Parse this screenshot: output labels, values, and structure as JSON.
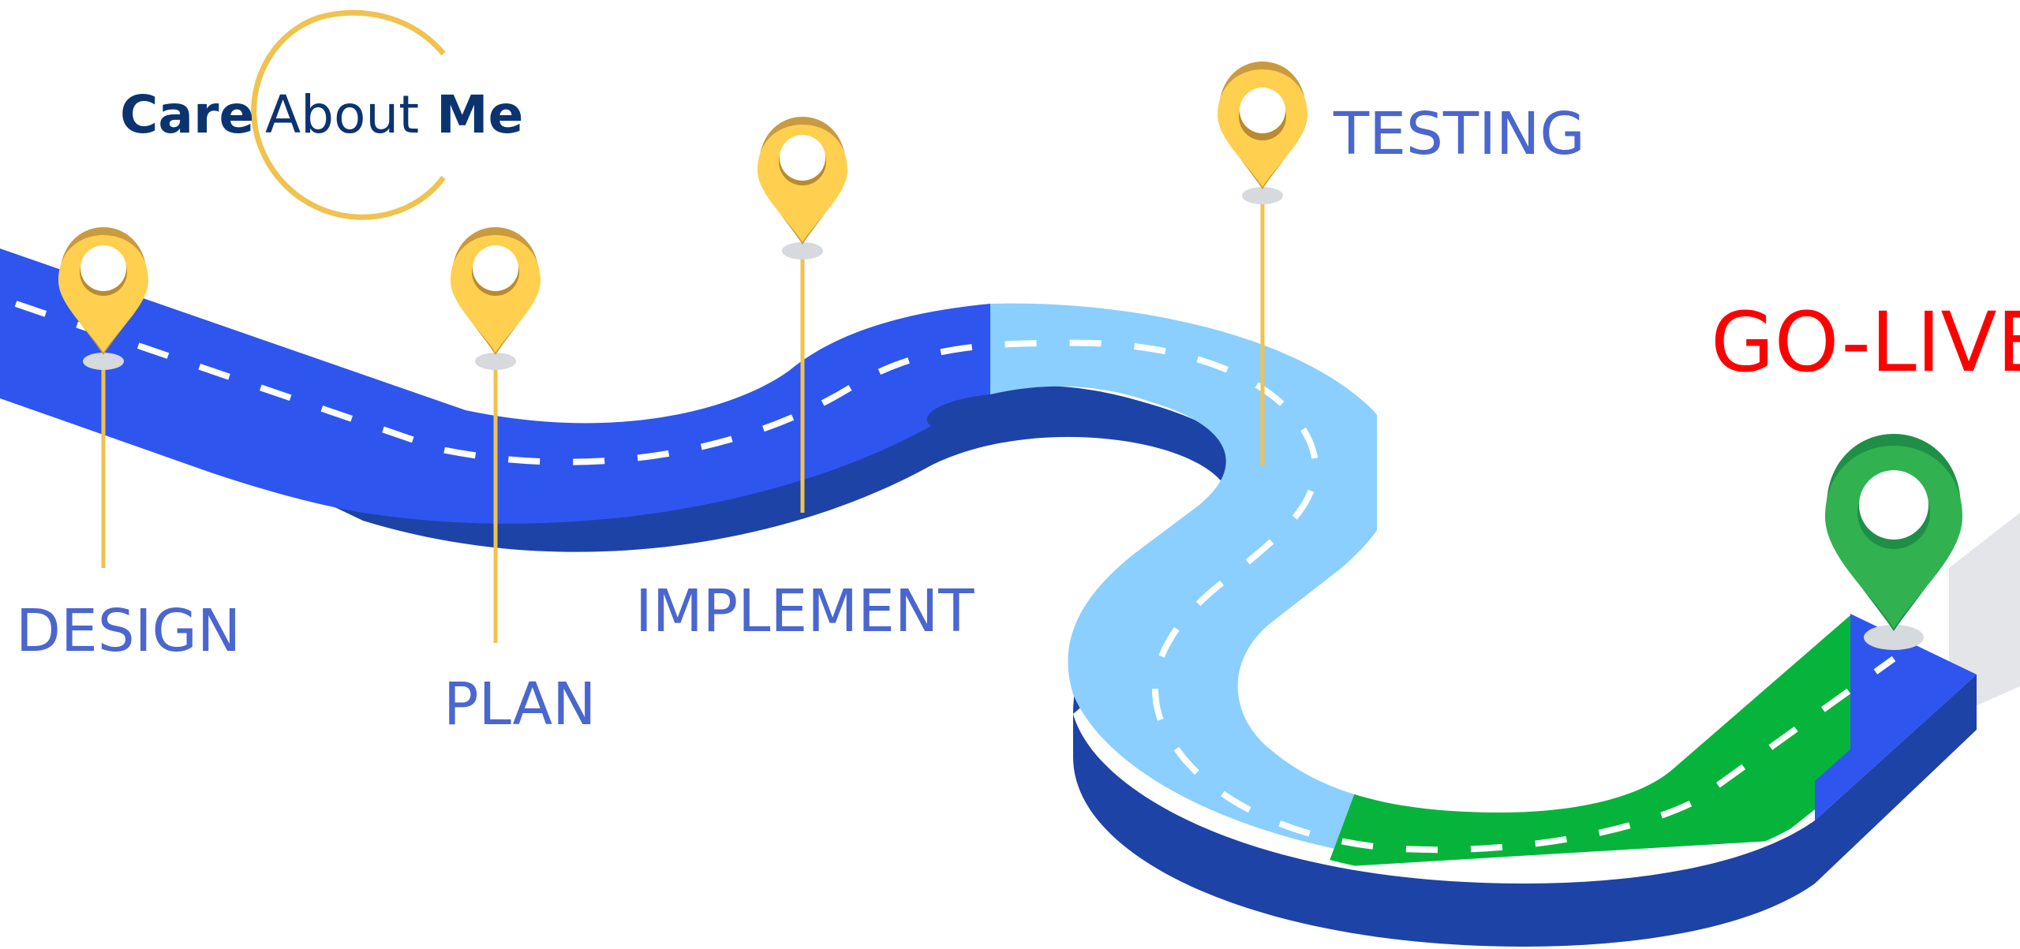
{
  "logo": {
    "word1": "Care",
    "word2": "About",
    "word3": "Me"
  },
  "stages": {
    "design": "DESIGN",
    "plan": "PLAN",
    "implement": "IMPLEMENT",
    "testing": "TESTING",
    "golive": "GO-LIVE"
  },
  "colors": {
    "road_dark_blue": "#2f55ef",
    "road_side_blue": "#1d43a6",
    "road_light_blue": "#8acfff",
    "road_green": "#07b43b",
    "pin_yellow": "#ffd04f",
    "pin_green": "#32b150",
    "stage_label": "#4a66cf",
    "golive_label": "#ff0000",
    "logo_text": "#0b3370",
    "logo_ring": "#f0c24e"
  }
}
